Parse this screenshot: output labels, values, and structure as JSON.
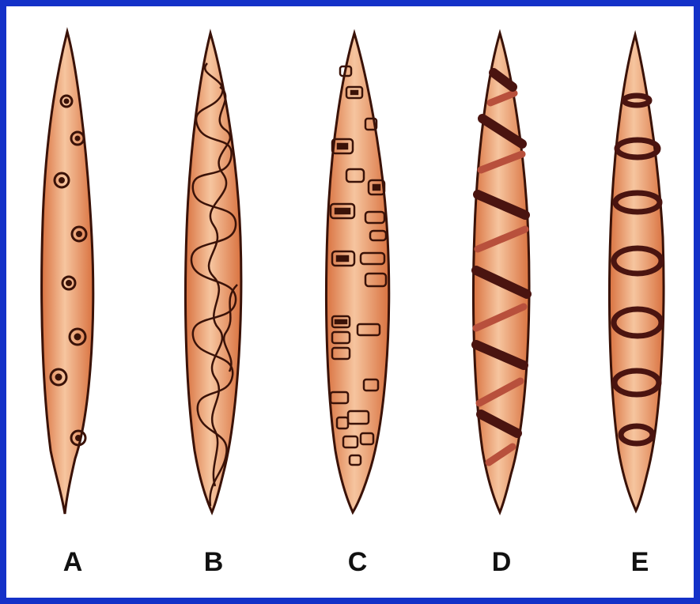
{
  "figure": {
    "frame_color": "#1431c8",
    "cell_fill": "#e8905a",
    "cell_highlight": "#f6c59f",
    "outline_color": "#3a1208",
    "dark_band_color": "#4a1410",
    "light_band_color": "#b8503c"
  },
  "panels": [
    {
      "label": "A",
      "pattern": "circular-spots"
    },
    {
      "label": "B",
      "pattern": "wavy-lines"
    },
    {
      "label": "C",
      "pattern": "rectangular-spots"
    },
    {
      "label": "D",
      "pattern": "spiral-bands"
    },
    {
      "label": "E",
      "pattern": "ring-bands"
    }
  ]
}
